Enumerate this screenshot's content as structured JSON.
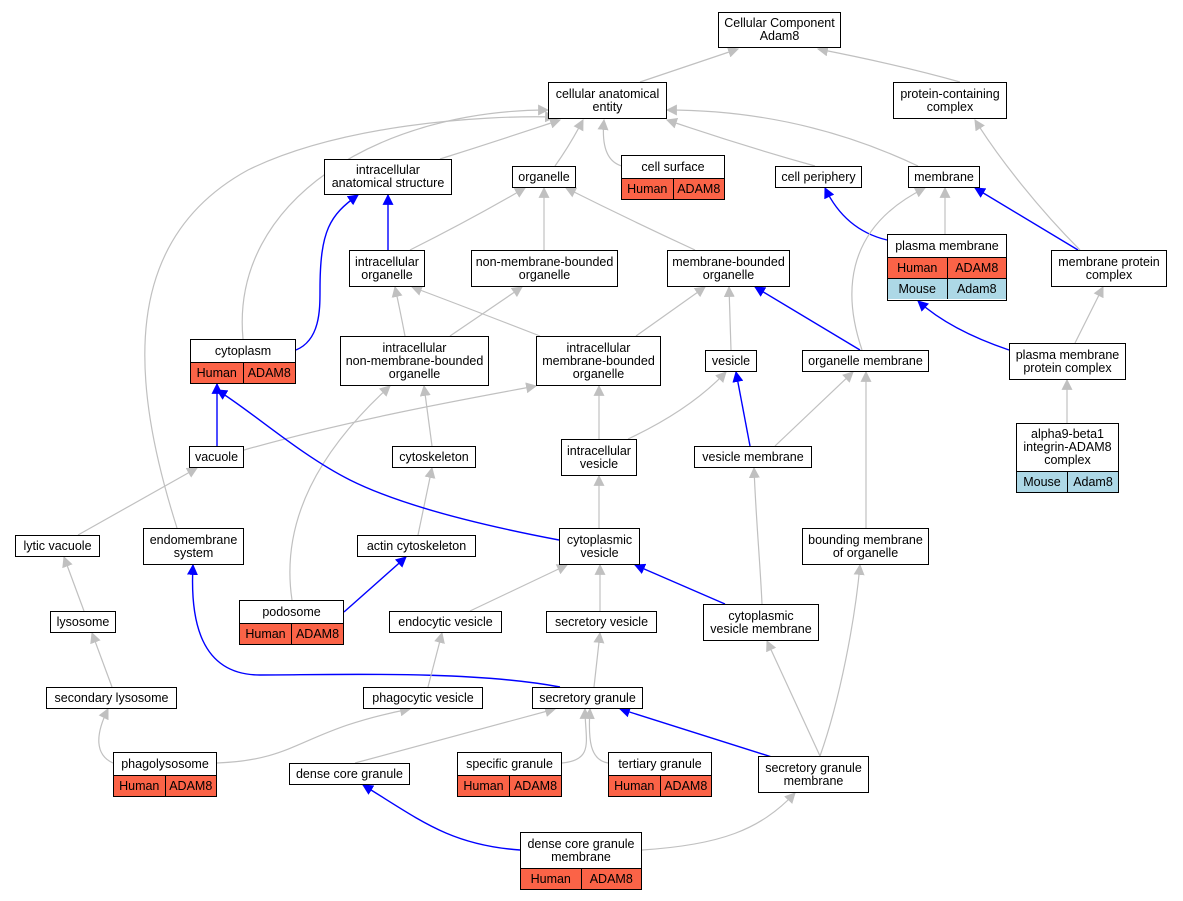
{
  "colors": {
    "human": "#fb6347",
    "mouse": "#add8e6",
    "gray_edge": "#c0c0c0",
    "blue_edge": "#0000ff"
  },
  "nodes": {
    "root": {
      "label": "Cellular Component\nAdam8"
    },
    "cae": {
      "label": "cellular anatomical\nentity"
    },
    "pcc": {
      "label": "protein-containing\ncomplex"
    },
    "ias": {
      "label": "intracellular\nanatomical structure"
    },
    "organelle": {
      "label": "organelle"
    },
    "cellsurface": {
      "label": "cell surface",
      "species": "Human",
      "gene": "ADAM8"
    },
    "cellperiphery": {
      "label": "cell periphery"
    },
    "membrane": {
      "label": "membrane"
    },
    "intraorg": {
      "label": "intracellular\norganelle"
    },
    "nmbo": {
      "label": "non-membrane-bounded\norganelle"
    },
    "mbo": {
      "label": "membrane-bounded\norganelle"
    },
    "pm": {
      "label": "plasma membrane",
      "species": "Human",
      "gene": "ADAM8",
      "species2": "Mouse",
      "gene2": "Adam8"
    },
    "mpc": {
      "label": "membrane protein\ncomplex"
    },
    "cytoplasm": {
      "label": "cytoplasm",
      "species": "Human",
      "gene": "ADAM8"
    },
    "inmbo": {
      "label": "intracellular\nnon-membrane-bounded\norganelle"
    },
    "imbo": {
      "label": "intracellular\nmembrane-bounded\norganelle"
    },
    "vesicle": {
      "label": "vesicle"
    },
    "orgmem": {
      "label": "organelle membrane"
    },
    "pmpc": {
      "label": "plasma membrane\nprotein complex"
    },
    "vacuole": {
      "label": "vacuole"
    },
    "cytoskeleton": {
      "label": "cytoskeleton"
    },
    "intravesicle": {
      "label": "intracellular\nvesicle"
    },
    "vesmem": {
      "label": "vesicle membrane"
    },
    "a9b1": {
      "label": "alpha9-beta1\nintegrin-ADAM8\ncomplex",
      "species": "Mouse",
      "gene": "Adam8"
    },
    "lytic": {
      "label": "lytic vacuole"
    },
    "endomem": {
      "label": "endomembrane\nsystem"
    },
    "actin": {
      "label": "actin cytoskeleton"
    },
    "cytovesicle": {
      "label": "cytoplasmic\nvesicle"
    },
    "bmo": {
      "label": "bounding membrane\nof organelle"
    },
    "podosome": {
      "label": "podosome",
      "species": "Human",
      "gene": "ADAM8"
    },
    "lysosome": {
      "label": "lysosome"
    },
    "endocytic": {
      "label": "endocytic vesicle"
    },
    "secretoryves": {
      "label": "secretory vesicle"
    },
    "cvm": {
      "label": "cytoplasmic\nvesicle membrane"
    },
    "seclyso": {
      "label": "secondary lysosome"
    },
    "phago": {
      "label": "phagocytic vesicle"
    },
    "secgran": {
      "label": "secretory granule"
    },
    "phagolyso": {
      "label": "phagolysosome",
      "species": "Human",
      "gene": "ADAM8"
    },
    "dcg": {
      "label": "dense core granule"
    },
    "specific": {
      "label": "specific granule",
      "species": "Human",
      "gene": "ADAM8"
    },
    "tertiary": {
      "label": "tertiary granule",
      "species": "Human",
      "gene": "ADAM8"
    },
    "sgm": {
      "label": "secretory granule\nmembrane"
    },
    "dcgm": {
      "label": "dense core granule\nmembrane",
      "species": "Human",
      "gene": "ADAM8"
    }
  }
}
